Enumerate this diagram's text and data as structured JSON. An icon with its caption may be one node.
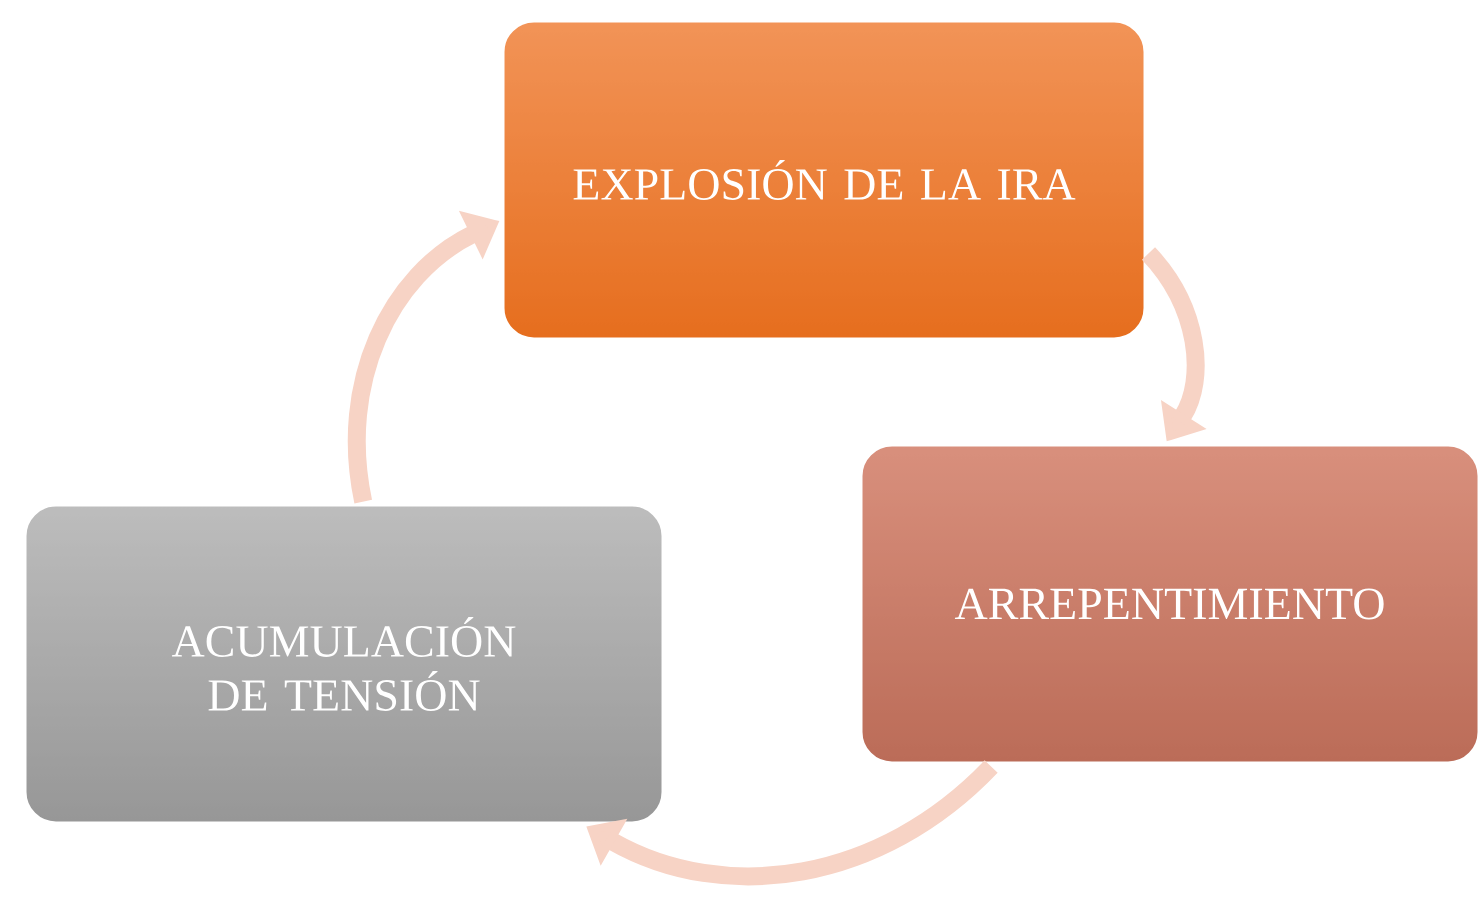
{
  "diagram": {
    "nodes": [
      {
        "text": [
          "EXPLOSIÓN DE LA IRA"
        ]
      },
      {
        "text": [
          "ARREPENTIMIENTO"
        ]
      },
      {
        "text": [
          "ACUMULACIÓN DE TENSIÓN"
        ]
      }
    ],
    "edges": [
      {
        "from": 2,
        "to": 0,
        "arrow": "to"
      },
      {
        "from": 0,
        "to": 1,
        "arrow": "to"
      },
      {
        "from": 1,
        "to": 2,
        "arrow": "to"
      }
    ]
  }
}
